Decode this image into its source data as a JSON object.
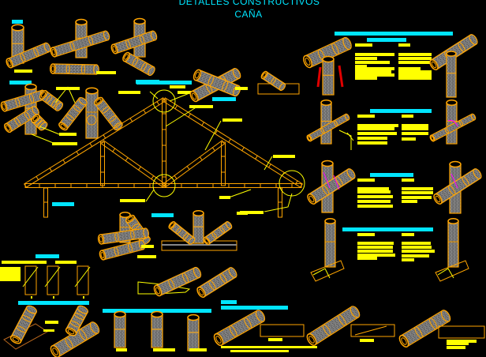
{
  "drawing": {
    "title": "DETALLES CONSTRUCTIVOS",
    "subtitle": "CAÑA",
    "background": "#000000",
    "colors": {
      "outline": "#ffa500",
      "bamboo_fill": "#8a8a8a",
      "label_bar": "#ffff00",
      "heading_bar": "#00e5ff",
      "leader": "#ffff00",
      "highlight_red": "#e00000",
      "highlight_magenta": "#ff00ff"
    },
    "sections": [
      {
        "id": "joints-top-left",
        "description": "isometric bamboo joint details (3 views)"
      },
      {
        "id": "four-way-joint",
        "description": "four-member bamboo node with exploded view"
      },
      {
        "id": "roof-truss",
        "description": "bamboo roof truss elevation with circled detail callouts"
      },
      {
        "id": "t-joint-detail",
        "description": "T joint with lashing and notes"
      },
      {
        "id": "cross-joint-detail",
        "description": "cross joint with pin connection and notes"
      },
      {
        "id": "cross-joint-bolted",
        "description": "cross joint with bolted connection and notes"
      },
      {
        "id": "column-base",
        "description": "bamboo column on concrete footing with notes"
      },
      {
        "id": "cut-types",
        "description": "bamboo end cut types (3 views)"
      },
      {
        "id": "splice-joints",
        "description": "bamboo splice joints (3 types) with elevations"
      },
      {
        "id": "inclined-support",
        "description": "inclined bamboo on base plate"
      }
    ]
  }
}
